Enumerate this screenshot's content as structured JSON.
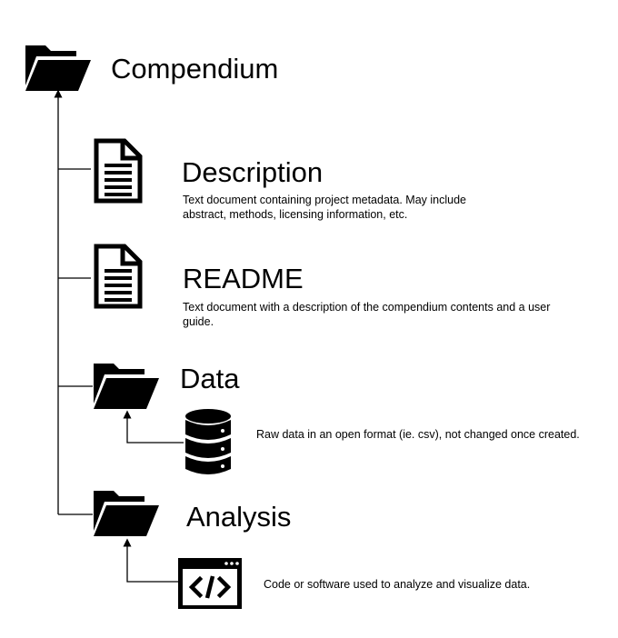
{
  "root": {
    "title": "Compendium",
    "icon": "folder-icon"
  },
  "items": [
    {
      "title": "Description",
      "description": "Text document containing project metadata.  May include abstract, methods, licensing information, etc.",
      "icon": "document-icon"
    },
    {
      "title": "README",
      "description": "Text document with a description of the compendium contents and a user guide.",
      "icon": "document-icon"
    },
    {
      "title": "Data",
      "icon": "folder-icon",
      "child": {
        "description": "Raw data in an open format (ie. csv), not changed once created.",
        "icon": "database-icon"
      }
    },
    {
      "title": "Analysis",
      "icon": "folder-icon",
      "child": {
        "description": "Code or software used to analyze and visualize data.",
        "icon": "code-window-icon"
      }
    }
  ]
}
